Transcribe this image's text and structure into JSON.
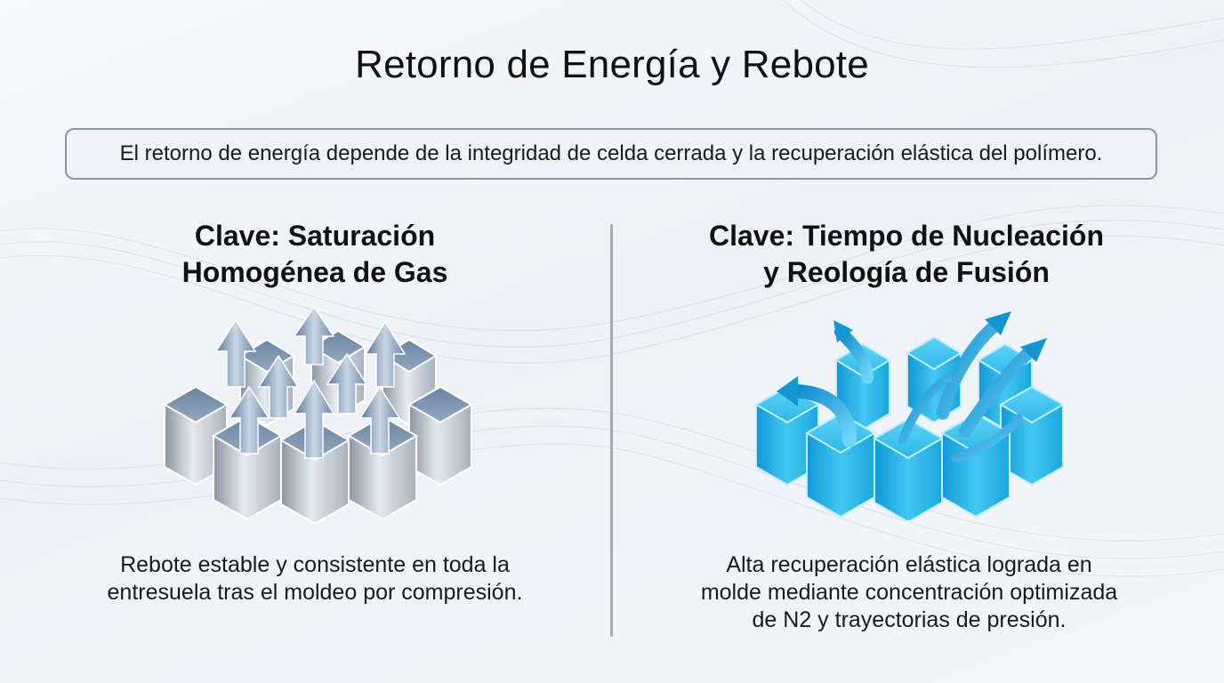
{
  "title": "Retorno de Energía y Rebote",
  "summary": "El retorno de energía depende de la integridad de celda cerrada y la recuperación elástica del polímero.",
  "left": {
    "heading_lines": [
      "Clave: Saturación",
      "Homogénea de Gas"
    ],
    "description_lines": [
      "Rebote estable y consistente en toda la",
      "entresuela tras el moldeo por compresión."
    ],
    "colors": {
      "cell_face": "#bcc3cc",
      "cell_top": "#7e95b0",
      "arrow": "#6f8cad"
    }
  },
  "right": {
    "heading_lines": [
      "Clave: Tiempo de Nucleación",
      "y Reología de Fusión"
    ],
    "description_lines": [
      "Alta recuperación elástica lograda en",
      "molde mediante concentración optimizada",
      "de N2 y trayectorias de presión."
    ],
    "colors": {
      "cell_face": "#1fb3e6",
      "cell_top": "#47c9f0",
      "arrow": "#1496d2"
    }
  }
}
